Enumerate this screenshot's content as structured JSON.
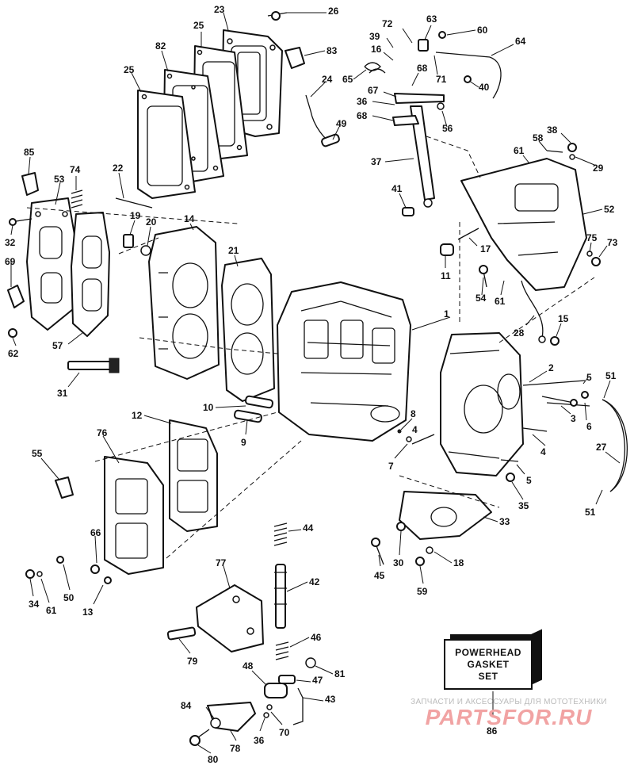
{
  "diagram": {
    "callouts": [
      "1",
      "2",
      "3",
      "4",
      "5",
      "6",
      "7",
      "8",
      "9",
      "10",
      "11",
      "12",
      "13",
      "14",
      "15",
      "16",
      "17",
      "18",
      "19",
      "20",
      "21",
      "22",
      "23",
      "24",
      "25",
      "26",
      "27",
      "28",
      "29",
      "30",
      "31",
      "32",
      "33",
      "34",
      "35",
      "36",
      "37",
      "38",
      "39",
      "40",
      "41",
      "42",
      "43",
      "44",
      "45",
      "46",
      "47",
      "48",
      "49",
      "50",
      "51",
      "52",
      "53",
      "54",
      "55",
      "56",
      "57",
      "58",
      "59",
      "60",
      "61",
      "62",
      "63",
      "64",
      "65",
      "66",
      "67",
      "68",
      "69",
      "70",
      "71",
      "72",
      "73",
      "74",
      "75",
      "76",
      "77",
      "78",
      "79",
      "80",
      "81",
      "82",
      "83",
      "84",
      "85",
      "86"
    ]
  },
  "gasket_set": {
    "text": "POWERHEAD\nGASKET\nSET"
  },
  "watermark": {
    "tagline": "ЗАПЧАСТИ И АКСЕССУАРЫ ДЛЯ МОТОТЕХНИКИ",
    "logo": "PARTSFOR.RU"
  }
}
